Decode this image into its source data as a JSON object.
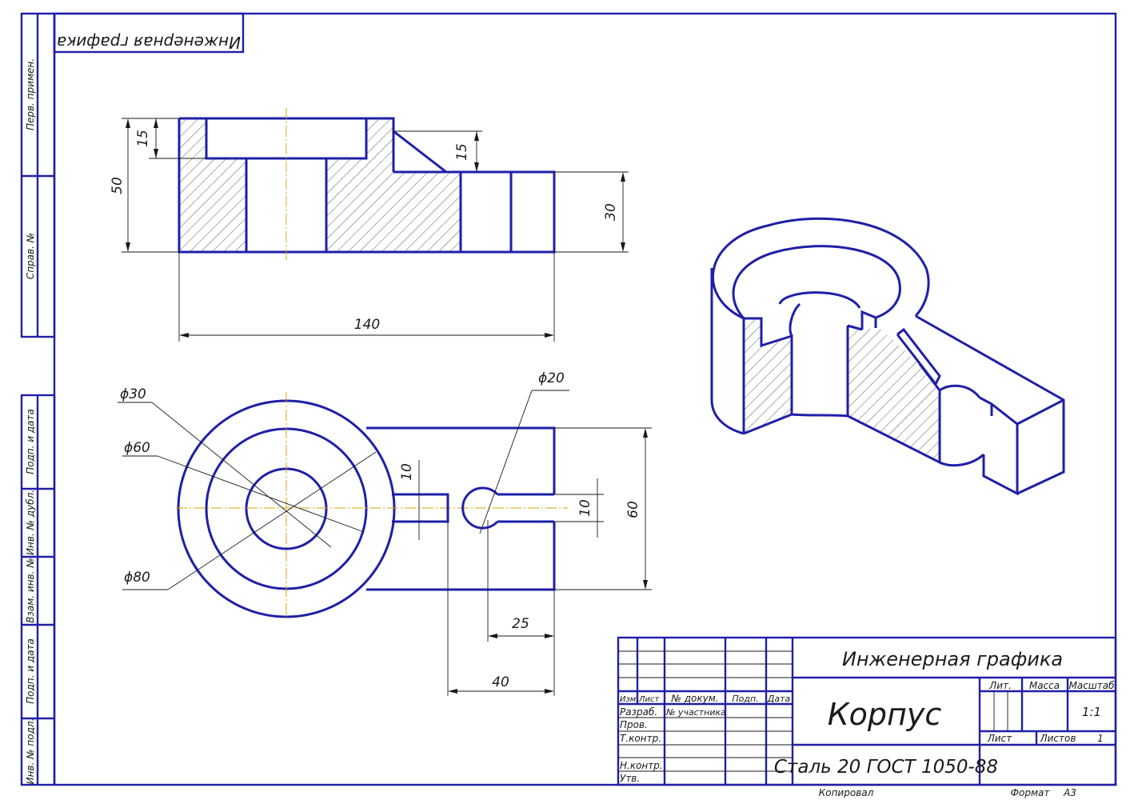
{
  "colors": {
    "outline": "#1f1fa8",
    "thin": "#1a1a1a",
    "axis": "#d4a300"
  },
  "corner_label": "Инженерная графика",
  "side_columns": {
    "top": [
      "Перв. примен.",
      "Справ. №"
    ],
    "bottom": [
      "Подп. и дата",
      "Инв. № дубл.",
      "Взам. инв. №",
      "Подп. и дата",
      "Инв. № подл."
    ]
  },
  "dimensions": {
    "height_total": "50",
    "recess_depth": "15",
    "chamfer_depth": "15",
    "lug_height": "30",
    "length_total": "140",
    "d_hole": "ϕ30",
    "d_recess": "ϕ60",
    "d_outer": "ϕ80",
    "d_slot_hole": "ϕ20",
    "slot_width_left": "10",
    "slot_width_right": "10",
    "lug_width": "60",
    "slot_offset": "25",
    "lug_length": "40"
  },
  "title_block": {
    "organization": "Инженерная графика",
    "part_name": "Корпус",
    "material": "Сталь 20 ГОСТ 1050-88",
    "headers": {
      "izm": "Изм.",
      "list": "Лист",
      "doc_no": "№ докум.",
      "sign": "Подп.",
      "date": "Дата"
    },
    "roles": {
      "razrab": "Разраб.",
      "prov": "Пров.",
      "tkontr": "Т.контр.",
      "nkontr": "Н.контр.",
      "utv": "Утв."
    },
    "author": "№ участника",
    "lit_label": "Лит.",
    "mass_label": "Масса",
    "scale_label": "Масштаб",
    "scale_value": "1:1",
    "sheet_label": "Лист",
    "sheets_label": "Листов",
    "sheets_value": "1"
  },
  "footer": {
    "copied": "Копировал",
    "format_label": "Формат",
    "format_value": "А3"
  }
}
